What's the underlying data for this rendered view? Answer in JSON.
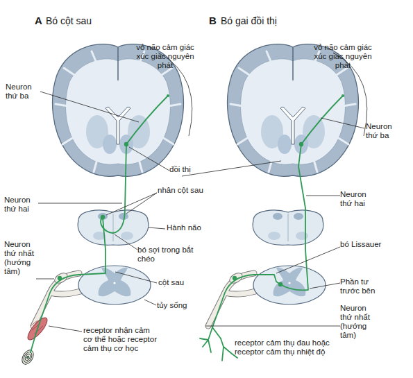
{
  "diagram": {
    "labels": [
      "A",
      "Bó cột sau",
      "vỏ não cảm giác xúc giác nguyên phát",
      "Neuron thứ ba",
      "đồi thị",
      "Neuron thứ hai",
      "nhân cột sau",
      "Hành não",
      "bó sợi trong bắt chéo",
      "Neuron thứ nhất (hướng tâm)",
      "cột sau",
      "tủy sống",
      "receptor nhận cảm cơ thể hoặc receptor cảm thụ cơ học",
      "B",
      "Bó gai đồi thị",
      "vỏ não cảm giác xúc giác nguyên phát",
      "Neuron thứ ba",
      "Neuron thứ hai",
      "bó Lissauer",
      "Phần tư trước bên",
      "Neuron thứ nhất (hướng tâm)",
      "receptor cảm thụ đau hoặc receptor cảm thụ nhiệt độ"
    ]
  }
}
